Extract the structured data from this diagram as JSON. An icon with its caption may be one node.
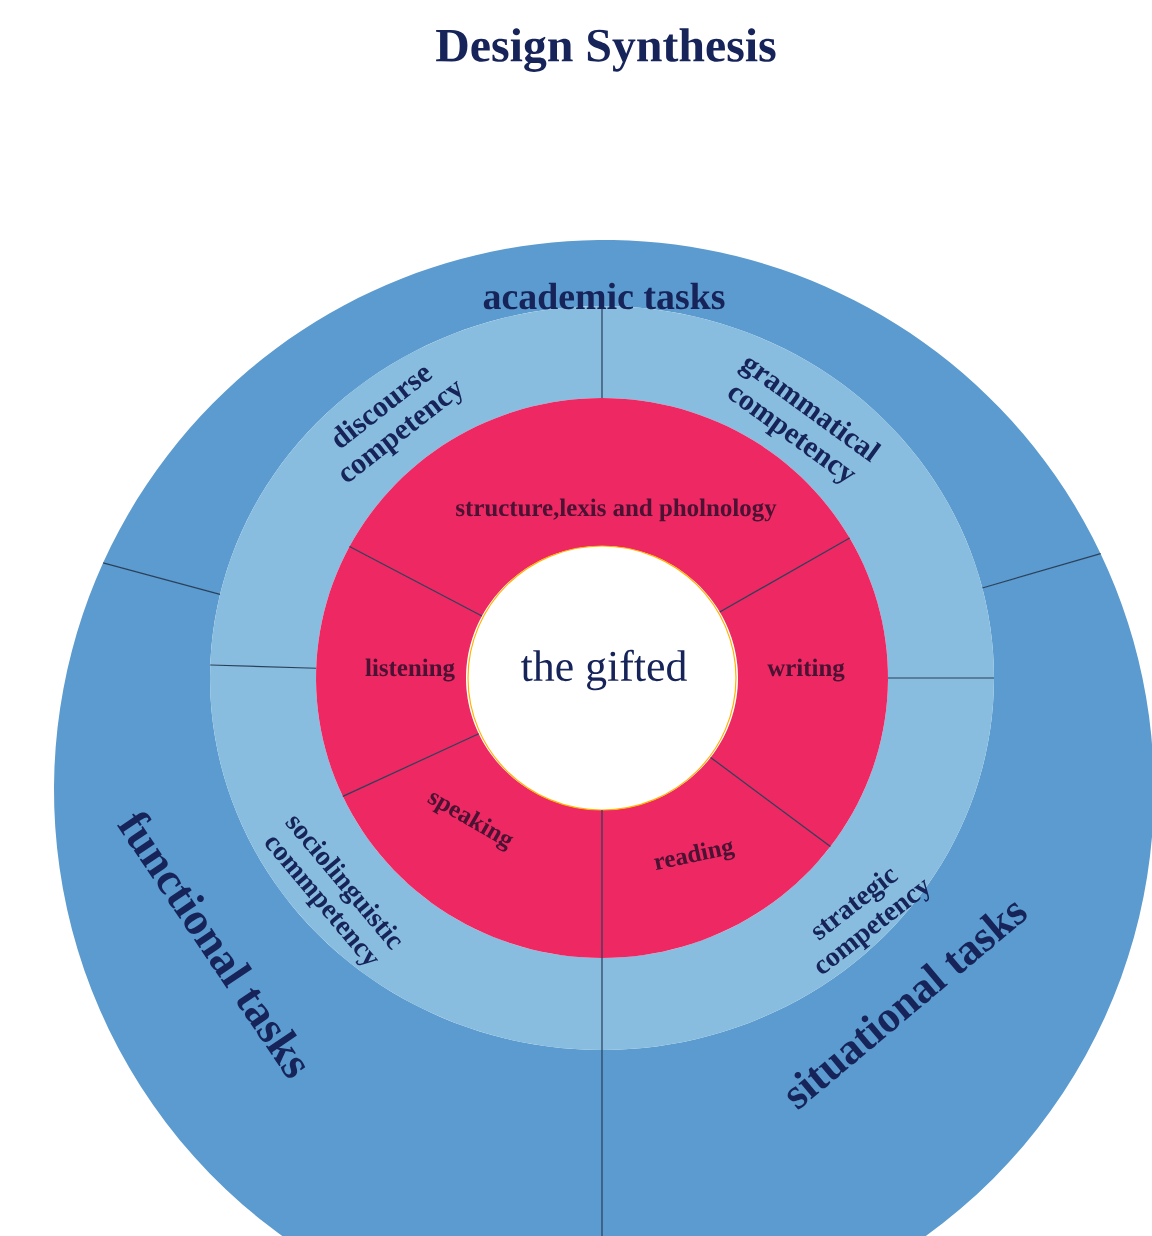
{
  "diagram": {
    "title": "Design Synthesis",
    "nodes": [
      {
        "text": [
          "the gifted"
        ]
      },
      {
        "text": [
          "structure,lexis and pholnology"
        ]
      },
      {
        "text": [
          "listening"
        ]
      },
      {
        "text": [
          "writing"
        ]
      },
      {
        "text": [
          "speaking"
        ]
      },
      {
        "text": [
          "reading"
        ]
      },
      {
        "text": [
          "discourse competency"
        ]
      },
      {
        "text": [
          "grammatical competency"
        ]
      },
      {
        "text": [
          "sociolinguistic commpetency"
        ]
      },
      {
        "text": [
          "strategic competency"
        ]
      },
      {
        "text": [
          "academic tasks"
        ]
      },
      {
        "text": [
          "functional tasks"
        ]
      },
      {
        "text": [
          "situational tasks"
        ]
      }
    ]
  }
}
